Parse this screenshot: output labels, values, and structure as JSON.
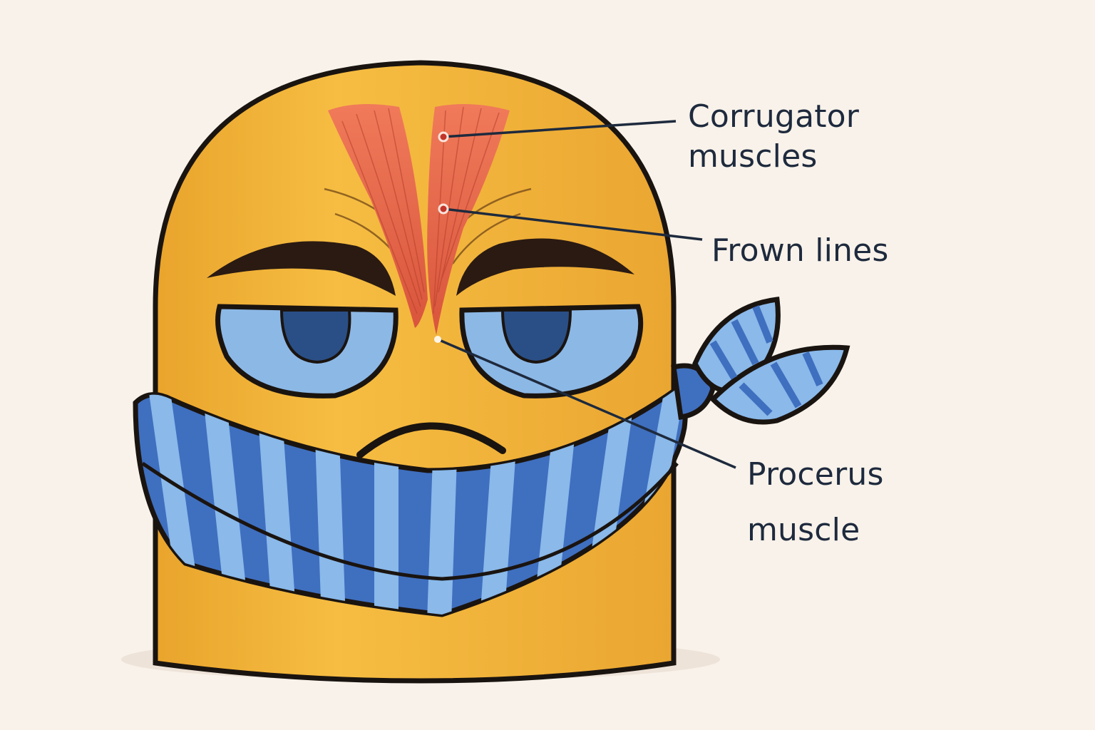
{
  "figure": {
    "subject": "grumpy yellow character wearing a striped blue scarf",
    "colors": {
      "background": "#f8f2ea",
      "face": "#f3b53a",
      "outline": "#1a1410",
      "muscle": "#e8684a",
      "eye_light": "#8cb8e6",
      "iris": "#2a4f86",
      "scarf_dark": "#3f6fbf",
      "scarf_light": "#8ab9ea",
      "label_text": "#1e2a3d"
    }
  },
  "annotations": [
    {
      "id": "corrugator",
      "line1": "Corrugator",
      "line2": "muscles"
    },
    {
      "id": "frown",
      "line1": "Frown lines",
      "line2": ""
    },
    {
      "id": "procerus",
      "line1": "Procerus",
      "line2": "muscle"
    }
  ]
}
